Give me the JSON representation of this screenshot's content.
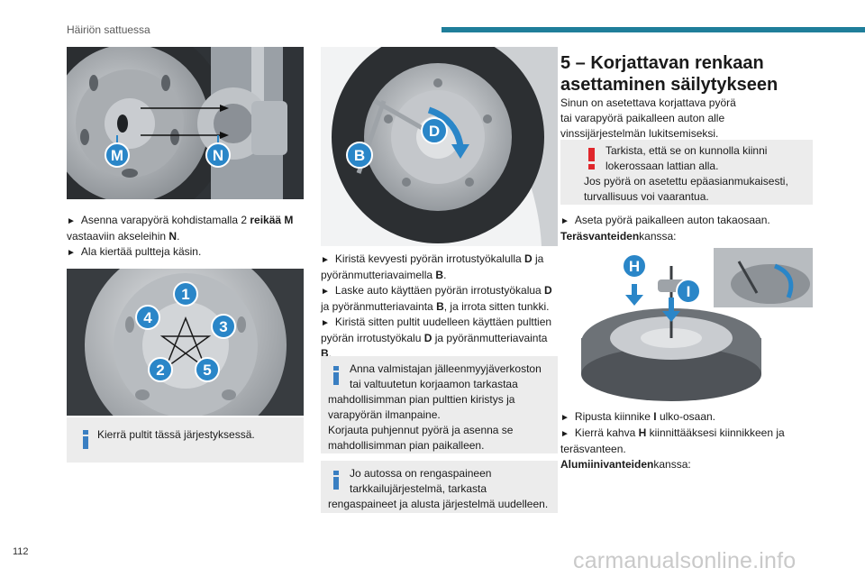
{
  "header": {
    "section": "Häiriön sattuessa",
    "accent": "#1f7e9a"
  },
  "page_number": "112",
  "watermark": "carmanualsonline.info",
  "col1": {
    "p1_line1_pre": "Asenna varapyörä kohdistamalla 2 ",
    "p1_line1_bold": "reikää M",
    "p1_line2_pre": "vastaaviin akseleihin ",
    "p1_line2_bold": "N",
    "p1_line2_post": ".",
    "p2": "Ala kiertää pultteja käsin.",
    "note": "Kierrä pultit tässä järjestyksessä.",
    "fig1_labels": [
      "M",
      "N"
    ],
    "fig2_labels": [
      "1",
      "2",
      "3",
      "4",
      "5"
    ]
  },
  "col2": {
    "fig_labels": [
      "D",
      "B"
    ],
    "p1_a": "Kiristä kevyesti pyörän irrotustyökalulla ",
    "p1_b": "D",
    "p1_c": " ja",
    "p1_d": "pyöränmutteriavaimella ",
    "p1_e": "B",
    "p1_f": ".",
    "p2_a": "Laske auto käyttäen pyörän irrotustyökalua ",
    "p2_b": "D",
    "p2_c": "ja pyöränmutteriavainta ",
    "p2_d": "B",
    "p2_e": ", ja irrota sitten tunkki.",
    "p3_a": "Kiristä sitten pultit uudelleen käyttäen pulttien",
    "p3_b": "pyörän irrotustyökalu ",
    "p3_c": "D",
    "p3_d": " ja pyöränmutteriavainta",
    "p3_e": "B",
    "p3_f": ".",
    "note1": [
      "Anna valmistajan jälleenmyyjäverkoston",
      "tai valtuutetun korjaamon tarkastaa",
      "mahdollisimman pian pulttien kiristys ja",
      "varapyörän ilmanpaine.",
      "Korjauta puhjennut pyörä ja asenna se",
      "mahdollisimman pian paikalleen."
    ],
    "note2": [
      "Jo autossa on rengaspaineen",
      "tarkkailujärjestelmä, tarkasta",
      "rengaspaineet ja alusta järjestelmä uudelleen."
    ]
  },
  "col3": {
    "title_line1": "5 – Korjattavan renkaan",
    "title_line2": "asettaminen säilytykseen",
    "intro": [
      "Sinun on asetettava korjattava pyörä",
      "tai varapyörä paikalleen auton alle",
      "vinssijärjestelmän lukitsemiseksi."
    ],
    "warn": [
      "Tarkista, että se on kunnolla kiinni",
      "lokerossaan lattian alla.",
      "Jos pyörä on asetettu epäasianmukaisesti,",
      "turvallisuus voi vaarantua."
    ],
    "p1": "Aseta pyörä paikalleen auton takaosaan.",
    "steel_bold": "Teräsvanteiden",
    "steel_rest": "kanssa:",
    "fig_labels": [
      "H",
      "I"
    ],
    "p2_a": "Ripusta kiinnike ",
    "p2_b": "I",
    "p2_c": " ulko-osaan.",
    "p3_a": "Kierrä kahva ",
    "p3_b": "H",
    "p3_c": " kiinnittääksesi kiinnikkeen ja",
    "p3_d": "teräsvanteen.",
    "alu_bold": "Alumiinivanteiden",
    "alu_rest": "kanssa:"
  },
  "colors": {
    "label_blue": "#2a86c8",
    "info_blue": "#3a7fc2",
    "warning_red": "#e0262b",
    "note_bg": "#ececec"
  },
  "icons": [
    "info-icon",
    "warning-icon"
  ]
}
